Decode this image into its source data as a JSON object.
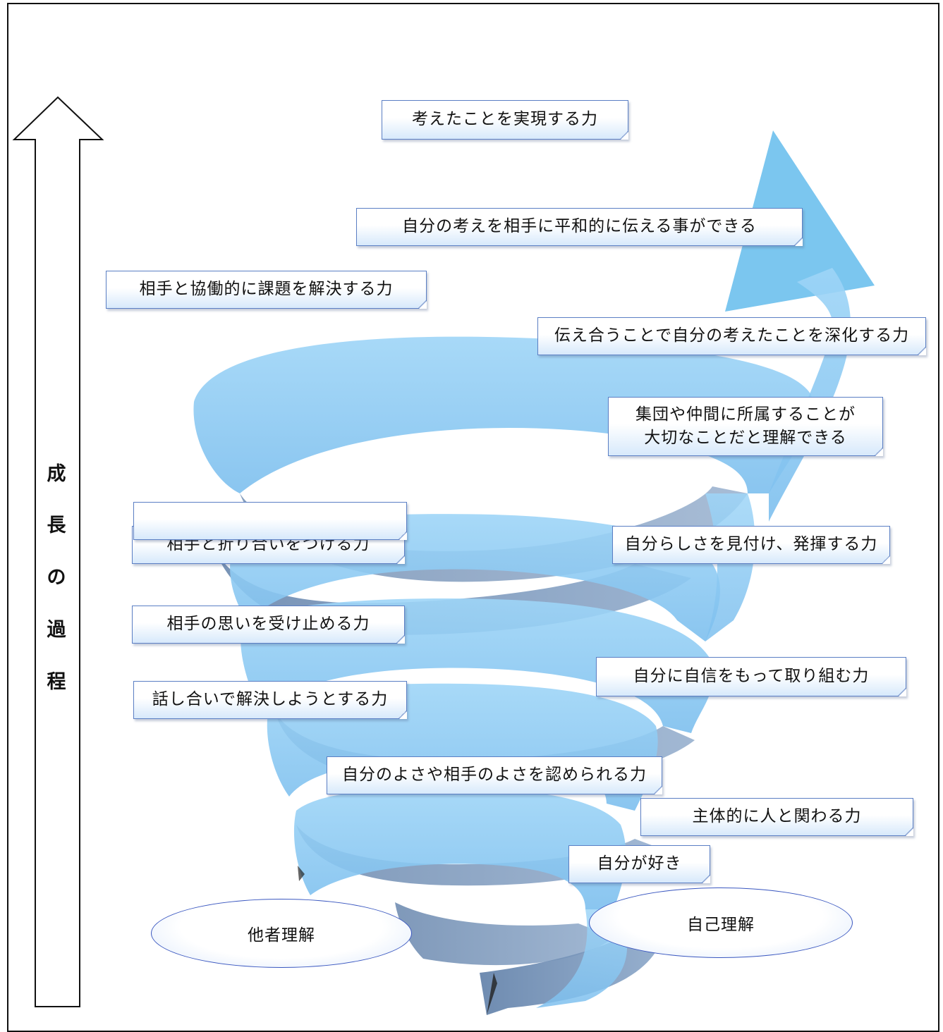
{
  "axis": {
    "label_chars": [
      "成",
      "長",
      "の",
      "過",
      "程"
    ]
  },
  "boxes": [
    {
      "text": "考えたことを実現する力"
    },
    {
      "text": "自分の考えを相手に平和的に伝える事ができる"
    },
    {
      "text": "相手と協働的に課題を解決する力"
    },
    {
      "text": "伝え合うことで自分の考えたことを深化する力"
    },
    {
      "text": "集団や仲間に所属することが\n大切なことだと理解できる"
    },
    {
      "text": "相手と折り合いをつける力"
    },
    {
      "text": "自分らしさを見付け、発揮する力"
    },
    {
      "text": "相手の思いを受け止める力"
    },
    {
      "text": "話し合いで解決しようとする力"
    },
    {
      "text": "自分に自信をもって取り組む力"
    },
    {
      "text": "自分のよさや相手のよさを認められる力"
    },
    {
      "text": "主体的に人と関わる力"
    },
    {
      "text": "自分が好き"
    }
  ],
  "ovals": [
    {
      "text": "他者理解"
    },
    {
      "text": "自己理解"
    }
  ],
  "colors": {
    "spiral_light": "#8fcaf3",
    "spiral_shadow": "#6e8fb8",
    "arrow_tip": "#74c3ee",
    "box_border": "#5b7fc4",
    "oval_border": "#3a57c0"
  }
}
